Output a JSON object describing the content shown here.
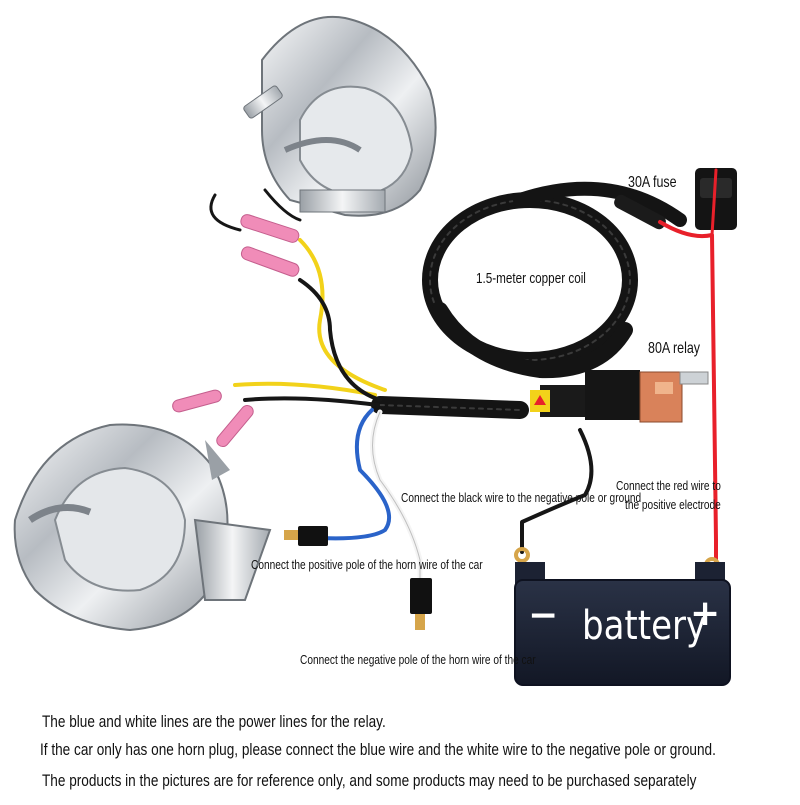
{
  "labels": {
    "fuse": "30A fuse",
    "coil": "1.5-meter copper coil",
    "relay": "80A relay",
    "red_wire_line1": "Connect the red wire to",
    "red_wire_line2": "the positive electrode",
    "black_wire": "Connect the black wire to the negative pole or ground",
    "positive_horn": "Connect the positive pole of the horn wire of the car",
    "negative_horn": "Connect the negative pole of the horn wire of the car"
  },
  "battery": {
    "label": "battery",
    "minus": "−",
    "plus": "+"
  },
  "notes": {
    "line1": "The blue and white lines are the power lines for the relay.",
    "line2": "If the car only has one horn plug, please connect the blue wire and the white wire to the negative pole or ground.",
    "line3": "The products in the pictures are for reference only, and some products may need to be purchased separately"
  },
  "colors": {
    "red_wire": "#e8202a",
    "yellow_wire": "#f2d21a",
    "blue_wire": "#2a63c9",
    "black_wire": "#161616",
    "battery_body": "#1c2233",
    "chrome": "#c9ced3"
  },
  "icons": [
    "horn-icon",
    "fuse-icon",
    "relay-icon",
    "battery-icon",
    "terminal-connector-icon"
  ]
}
